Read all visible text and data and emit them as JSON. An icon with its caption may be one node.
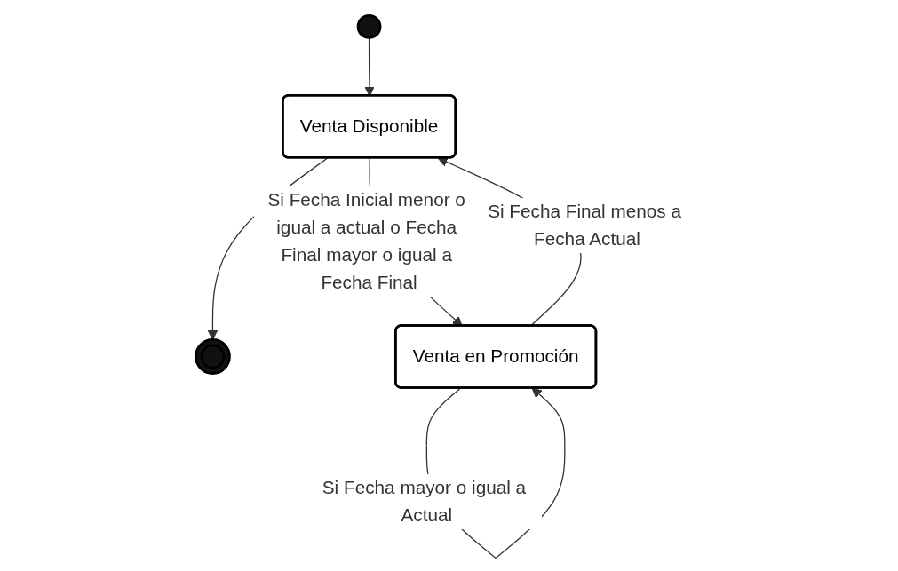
{
  "diagram": {
    "nodes": [
      {
        "text": [],
        "shape": "circle"
      },
      {
        "text": [],
        "shape": "circle"
      },
      {
        "text": [
          "Venta Disponible"
        ]
      },
      {
        "text": [
          "Venta en Promoción"
        ]
      }
    ],
    "edges": [
      {
        "from": 0,
        "to": 2,
        "arrow": "to"
      },
      {
        "from": 2,
        "to": 1,
        "arrow": "to"
      },
      {
        "from": 2,
        "to": 3,
        "arrow": "to",
        "label": "Si Fecha Inicial menor o igual a actual o Fecha Final mayor o igual a Fecha Final"
      },
      {
        "from": 3,
        "to": 2,
        "arrow": "to",
        "label": "Si Fecha Final menos a Fecha Actual"
      },
      {
        "from": 3,
        "to": 3,
        "arrow": "to",
        "label": "Si Fecha mayor o igual a Actual"
      }
    ]
  }
}
